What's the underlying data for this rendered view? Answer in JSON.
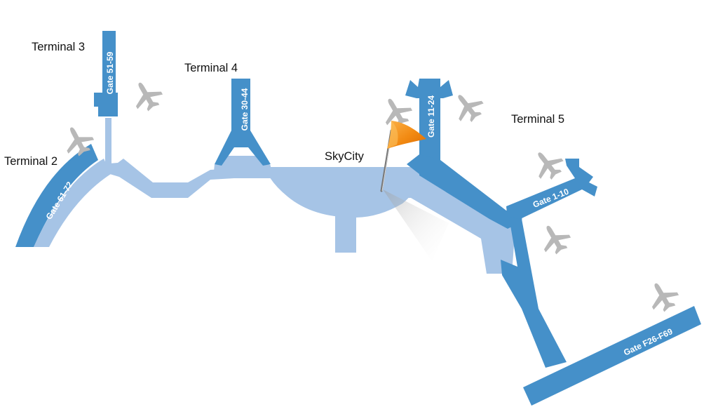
{
  "colors": {
    "concourse": "#4590c9",
    "walkway": "#a6c4e6",
    "plane": "#b8b8b8",
    "flag": "#f28a12",
    "text": "#111111"
  },
  "terminals": {
    "t2": "Terminal 2",
    "t3": "Terminal 3",
    "t4": "Terminal 4",
    "t5": "Terminal 5",
    "skycity": "SkyCity"
  },
  "gates": {
    "g61_72": "Gate 61-72",
    "g51_59": "Gate 51-59",
    "g30_44": "Gate 30-44",
    "g11_24": "Gate 11-24",
    "g1_10": "Gate 1-10",
    "gF26_F69": "Gate F26-F69"
  },
  "icons": {
    "plane": "airplane-icon",
    "marker": "location-flag-icon"
  }
}
